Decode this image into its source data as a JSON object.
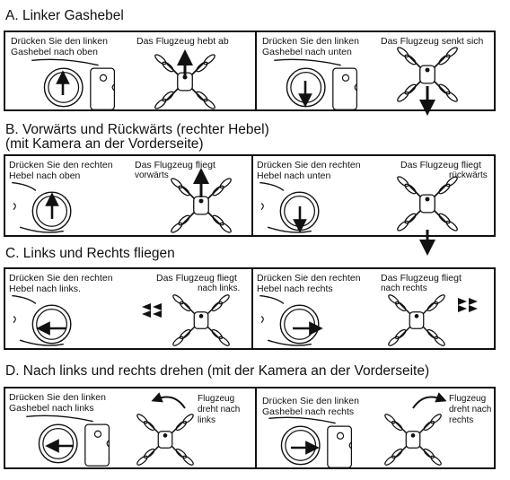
{
  "sections": [
    {
      "title": "A. Linker Gashebel",
      "left": {
        "stick": "Drücken Sie den linken",
        "stick2": "Gashebel nach oben",
        "result": "Das Flugzeug hebt ab"
      },
      "right": {
        "stick": "Drücken Sie den linken",
        "stick2": "Gashebel nach unten",
        "result": "Das Flugzeug senkt sich"
      }
    },
    {
      "title": "B. Vorwärts und Rückwärts (rechter Hebel)",
      "title2": "(mit Kamera an der Vorderseite)",
      "left": {
        "stick": "Drücken Sie den rechten",
        "stick2": "Hebel nach oben",
        "result": "Das Flugzeug fliegt",
        "result2": "vorwärts"
      },
      "right": {
        "stick": "Drücken Sie den rechten",
        "stick2": "Hebel nach unten",
        "result": "Das Flugzeug fliegt",
        "result2": "rückwärts"
      }
    },
    {
      "title": "C. Links und Rechts fliegen",
      "left": {
        "stick": "Drücken Sie den rechten",
        "stick2": "Hebel nach links.",
        "result": "Das Flugzeug fliegt",
        "result2": "nach links."
      },
      "right": {
        "stick": "Drücken Sie den rechten",
        "stick2": "Hebel nach rechts",
        "result": "Das Flugzeug fliegt",
        "result2": "nach rechts"
      }
    },
    {
      "title": "D. Nach links und rechts drehen (mit der Kamera an der Vorderseite)",
      "left": {
        "stick": "Drücken Sie den linken",
        "stick2": "Gashebel nach links",
        "result": "Flugzeug",
        "result2": "dreht nach",
        "result3": "links"
      },
      "right": {
        "stick": "Drücken Sie den linken",
        "stick2": "Gashebel nach rechts",
        "result": "Flugzeug",
        "result2": "dreht nach",
        "result3": "rechts"
      }
    }
  ]
}
